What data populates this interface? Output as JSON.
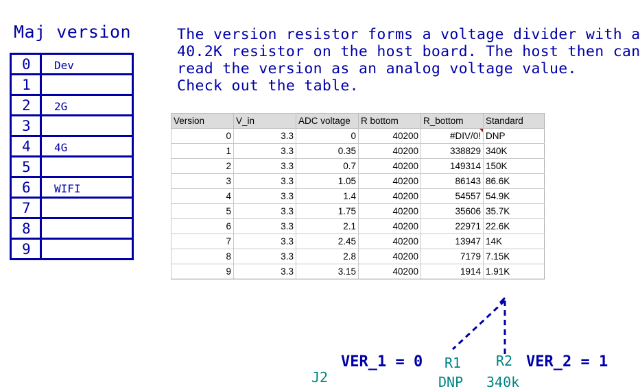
{
  "maj_version": {
    "title": "Maj version",
    "rows": [
      {
        "num": "0",
        "label": "Dev"
      },
      {
        "num": "1",
        "label": ""
      },
      {
        "num": "2",
        "label": "2G"
      },
      {
        "num": "3",
        "label": ""
      },
      {
        "num": "4",
        "label": "4G"
      },
      {
        "num": "5",
        "label": ""
      },
      {
        "num": "6",
        "label": "WIFI"
      },
      {
        "num": "7",
        "label": ""
      },
      {
        "num": "8",
        "label": ""
      },
      {
        "num": "9",
        "label": ""
      }
    ]
  },
  "note": {
    "line1": "The version resistor forms a voltage divider with a",
    "line2": "40.2K resistor on the host board. The host then can",
    "line3": "read the version as an analog voltage value.",
    "line4": "Check out the table."
  },
  "sheet": {
    "headers": [
      "Version",
      "V_in",
      "ADC voltage",
      "R bottom",
      "R_bottom",
      "Standard"
    ],
    "rows": [
      [
        "0",
        "3.3",
        "0",
        "40200",
        "#DIV/0!",
        "DNP"
      ],
      [
        "1",
        "3.3",
        "0.35",
        "40200",
        "338829",
        "340K"
      ],
      [
        "2",
        "3.3",
        "0.7",
        "40200",
        "149314",
        "150K"
      ],
      [
        "3",
        "3.3",
        "1.05",
        "40200",
        "86143",
        "86.6K"
      ],
      [
        "4",
        "3.3",
        "1.4",
        "40200",
        "54557",
        "54.9K"
      ],
      [
        "5",
        "3.3",
        "1.75",
        "40200",
        "35606",
        "35.7K"
      ],
      [
        "6",
        "3.3",
        "2.1",
        "40200",
        "22971",
        "22.6K"
      ],
      [
        "7",
        "3.3",
        "2.45",
        "40200",
        "13947",
        "14K"
      ],
      [
        "8",
        "3.3",
        "2.8",
        "40200",
        "7179",
        "7.15K"
      ],
      [
        "9",
        "3.3",
        "3.15",
        "40200",
        "1914",
        "1.91K"
      ]
    ]
  },
  "schematic": {
    "ver1": "VER_1 = 0",
    "ver2": "VER_2 = 1",
    "j2": "J2",
    "r1": "R1",
    "r1_value": "DNP",
    "r2": "R2",
    "r2_value": "340k"
  },
  "colors": {
    "ink": "#0000a6",
    "ref": "#008484"
  }
}
